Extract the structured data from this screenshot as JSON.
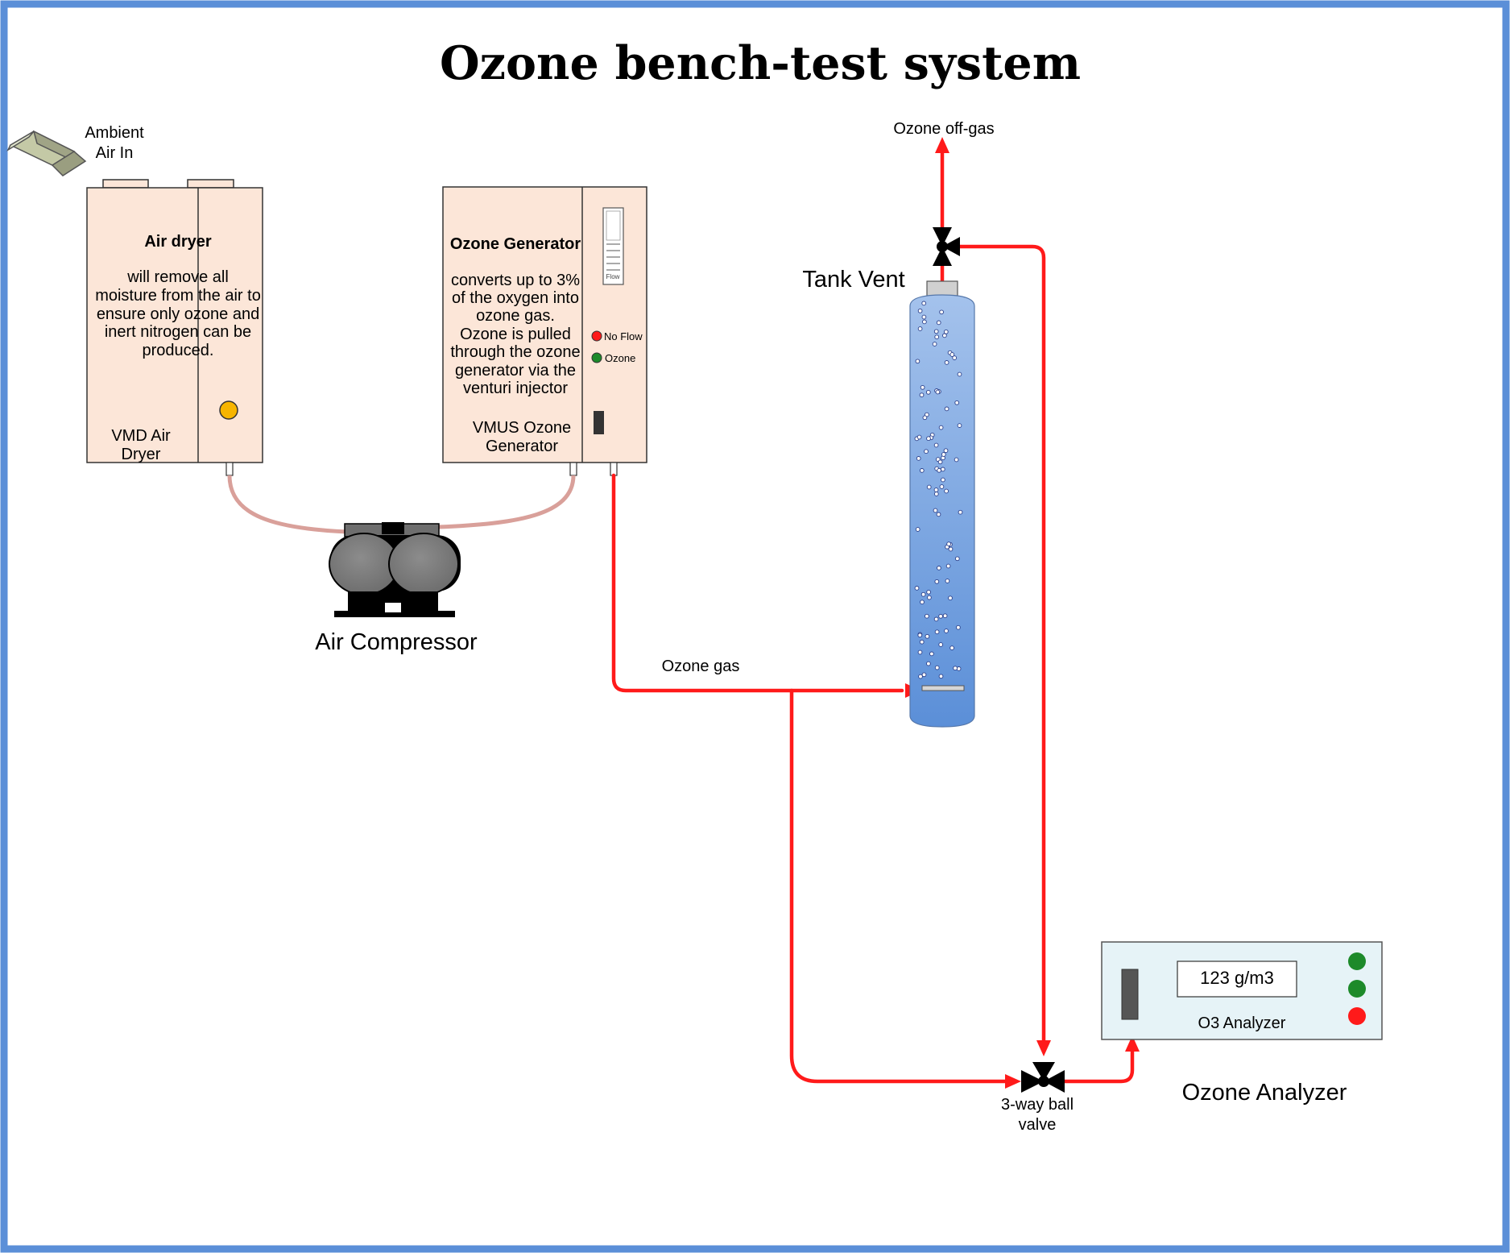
{
  "title": "Ozone bench-test system",
  "colors": {
    "frame": "#5b8fd8",
    "unit_fill": "#fce6d8",
    "pipe": "#ff1a1a",
    "hose": "#d9a09a",
    "tank_top": "#a4c2ec",
    "tank_bottom": "#5b8fd8",
    "analyzer_fill": "#e6f3f7",
    "led_green": "#1d8a2a",
    "led_red": "#ff1a1a",
    "indicator_yellow": "#f7b500"
  },
  "ambient_air": {
    "line1": "Ambient",
    "line2": "Air In"
  },
  "air_dryer": {
    "heading": "Air dryer",
    "description": [
      "will remove all",
      "moisture from the air to",
      "ensure only ozone and",
      "inert nitrogen can be",
      "produced."
    ],
    "model": [
      "VMD Air",
      "Dryer"
    ]
  },
  "ozone_generator": {
    "heading": "Ozone Generator",
    "description": [
      "converts up to 3%",
      "of the oxygen into",
      "ozone gas.",
      "Ozone is pulled",
      "through the ozone",
      "generator via the",
      "venturi injector"
    ],
    "model": [
      "VMUS Ozone",
      "Generator"
    ],
    "flowmeter_label": "Flow",
    "indicator_no_flow": "No Flow",
    "indicator_ozone": "Ozone"
  },
  "air_compressor": {
    "label": "Air Compressor"
  },
  "tank": {
    "label": "Tank Vent"
  },
  "off_gas": {
    "label": "Ozone off-gas"
  },
  "ozone_gas": {
    "label": "Ozone gas"
  },
  "ball_valve": {
    "line1": "3-way ball",
    "line2": "valve"
  },
  "analyzer": {
    "reading": "123 g/m3",
    "name": "O3 Analyzer",
    "label": "Ozone Analyzer"
  }
}
